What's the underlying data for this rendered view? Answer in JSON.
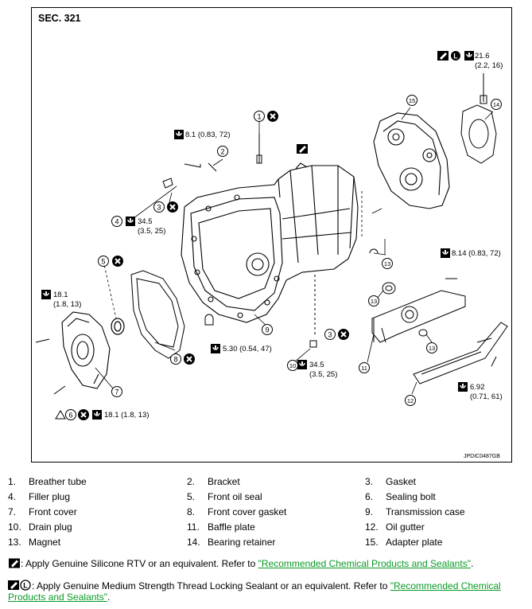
{
  "section": "SEC. 321",
  "figure_code": "JPDIC0487GB",
  "callouts": {
    "c1": "1",
    "c2": "2",
    "c3a": "3",
    "c3b": "3",
    "c4": "4",
    "c5": "5",
    "c6": "6",
    "c7": "7",
    "c8": "8",
    "c9": "9",
    "c10": "10",
    "c11": "11",
    "c12": "12",
    "c13a": "13",
    "c13b": "13",
    "c13c": "13",
    "c14": "14",
    "c15": "15"
  },
  "torques": {
    "t_top_a": "21.6",
    "t_top_b": "(2.2, 16)",
    "t_bracket": "8.1 (0.83, 72)",
    "t_filler_a": "34.5",
    "t_filler_b": "(3.5, 25)",
    "t_front_a": "18.1",
    "t_front_b": "(1.8, 13)",
    "t_seal": "18.1 (1.8, 13)",
    "t_case": "5.30 (0.54, 47)",
    "t_drain_a": "34.5",
    "t_drain_b": "(3.5, 25)",
    "t_baffle": "8.14 (0.83, 72)",
    "t_gutter_a": "6.92",
    "t_gutter_b": "(0.71, 61)"
  },
  "parts": [
    {
      "num": "1.",
      "name": "Breather tube"
    },
    {
      "num": "2.",
      "name": "Bracket"
    },
    {
      "num": "3.",
      "name": "Gasket"
    },
    {
      "num": "4.",
      "name": "Filler plug"
    },
    {
      "num": "5.",
      "name": "Front oil seal"
    },
    {
      "num": "6.",
      "name": "Sealing bolt"
    },
    {
      "num": "7.",
      "name": "Front cover"
    },
    {
      "num": "8.",
      "name": "Front cover gasket"
    },
    {
      "num": "9.",
      "name": "Transmission case"
    },
    {
      "num": "10.",
      "name": "Drain plug"
    },
    {
      "num": "11.",
      "name": "Baffle plate"
    },
    {
      "num": "12.",
      "name": "Oil gutter"
    },
    {
      "num": "13.",
      "name": "Magnet"
    },
    {
      "num": "14.",
      "name": "Bearing retainer"
    },
    {
      "num": "15.",
      "name": "Adapter plate"
    }
  ],
  "notes": {
    "n1_text": ": Apply Genuine Silicone RTV or an equivalent. Refer to ",
    "n1_link": "\"Recommended Chemical Products and Sealants\"",
    "n1_end": ".",
    "n2_text": ": Apply Genuine Medium Strength Thread Locking Sealant or an equivalent. Refer to ",
    "n2_link": "\"Recommended Chemical Products and Sealants\"",
    "n2_end": "."
  }
}
